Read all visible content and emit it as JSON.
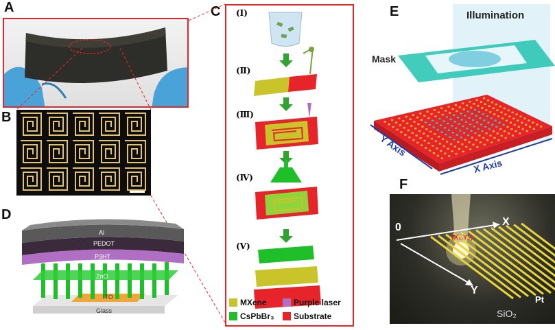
{
  "panels": {
    "A": {
      "label": "A"
    },
    "B": {
      "label": "B"
    },
    "C": {
      "label": "C",
      "steps": [
        "(Ⅰ)",
        "(Ⅱ)",
        "(Ⅲ)",
        "(Ⅳ)",
        "(Ⅴ)"
      ],
      "legend": [
        {
          "label": "MXene",
          "color": "#c9c42a"
        },
        {
          "label": "Purple laser",
          "color": "#b06fc2"
        },
        {
          "label": "CsPbBr₃",
          "color": "#1fbf2a"
        },
        {
          "label": "Substrate",
          "color": "#e8242b"
        }
      ]
    },
    "D": {
      "label": "D",
      "layers": [
        "Al",
        "PEDOT",
        "P3HT",
        "ZnO",
        "ITO",
        "Glass"
      ]
    },
    "E": {
      "label": "E",
      "illumination": "Illumination",
      "mask": "Mask",
      "x_axis": "X Axis",
      "y_axis": "Y Axis"
    },
    "F": {
      "label": "F",
      "origin": "0",
      "x": "X",
      "y": "Y",
      "point": "(X₁,Y₁)",
      "pt": "Pt",
      "sio2": "SiO₂"
    }
  },
  "colors": {
    "frame_red": "#e8242b",
    "arrow_green": "#2fa52f",
    "mxene": "#c9c42a",
    "cspbbr3": "#1fbf2a",
    "substrate": "#e8242b",
    "mask_teal": "#2ec7b5"
  }
}
